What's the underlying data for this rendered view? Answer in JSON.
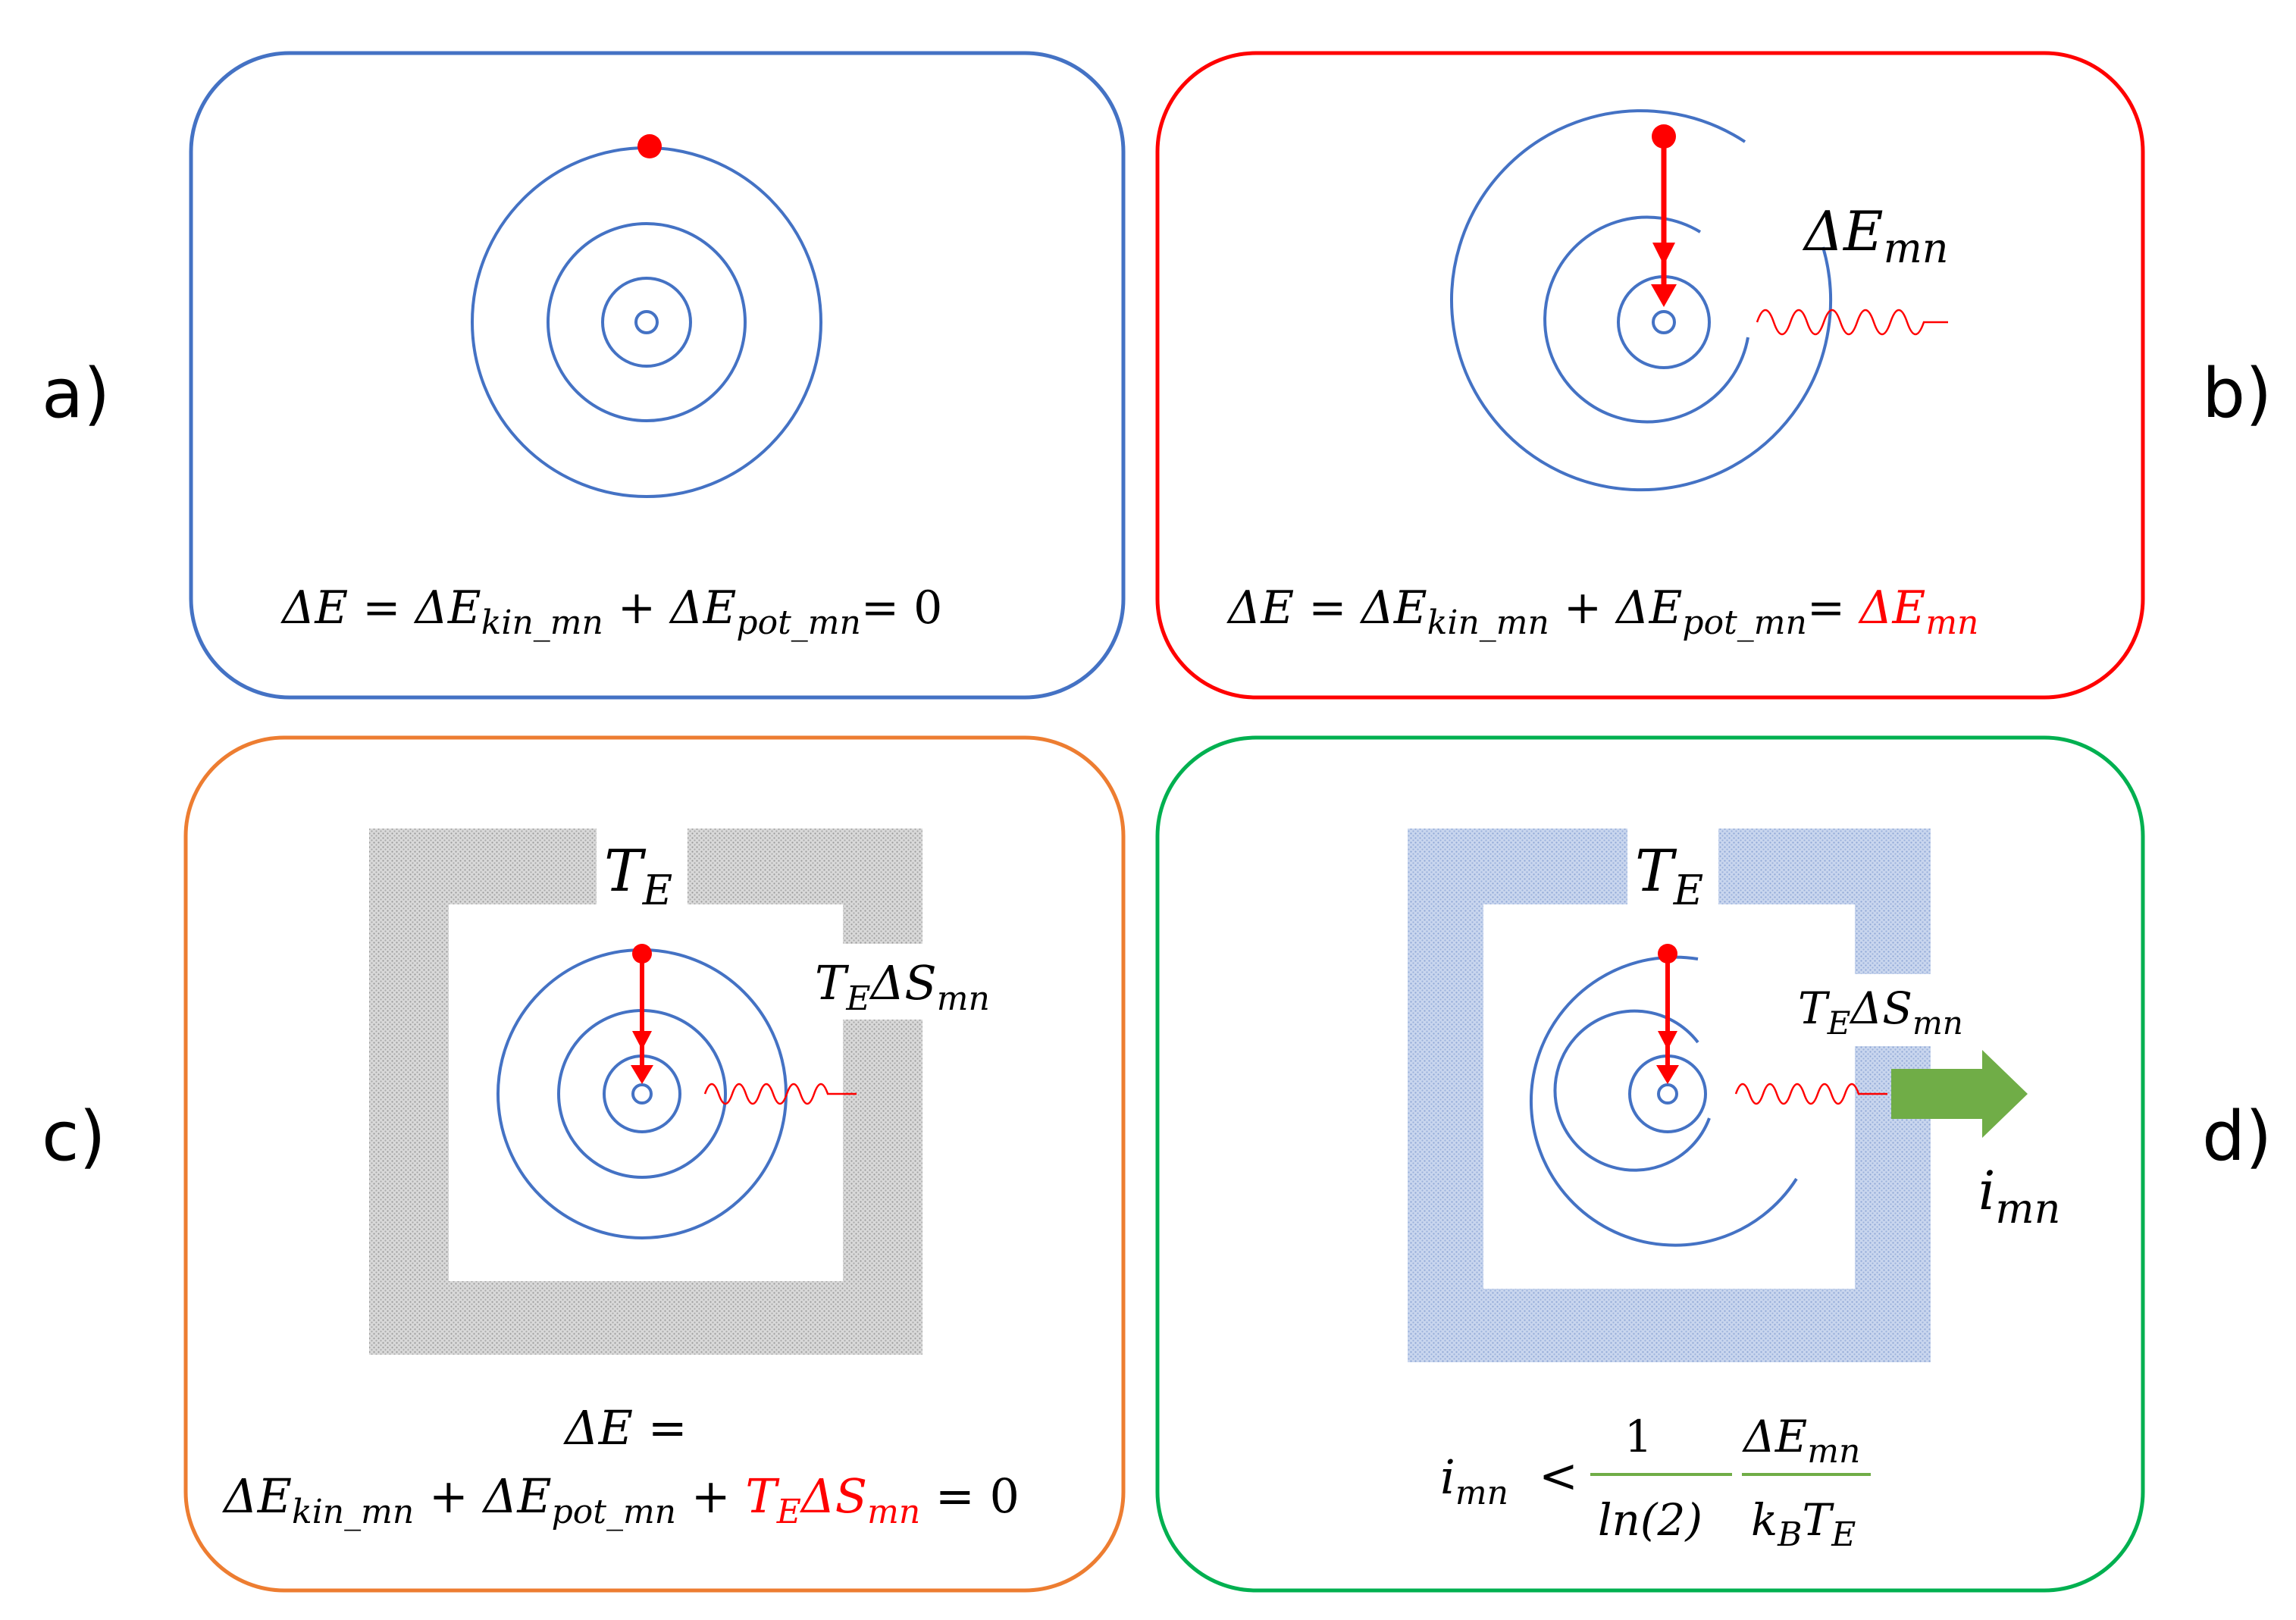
{
  "panel_labels": {
    "a": "a)",
    "b": "b)",
    "c": "c)",
    "d": "d)"
  },
  "panel_a": {
    "equation": {
      "lhs": "ΔE",
      "eq": " = ",
      "t1": "ΔE",
      "t1_sub": "kin_mn",
      "plus": " + ",
      "t2": "ΔE",
      "t2_sub": "pot_mn",
      "eq2": "= ",
      "rhs": "0"
    }
  },
  "panel_b": {
    "delta_label": "ΔE",
    "delta_sub": "mn",
    "equation": {
      "lhs": "ΔE",
      "eq": " = ",
      "t1": "ΔE",
      "t1_sub": "kin_mn",
      "plus": " + ",
      "t2": "ΔE",
      "t2_sub": "pot_mn",
      "eq2": "= ",
      "rhs": "ΔE",
      "rhs_sub": "mn"
    }
  },
  "panel_c": {
    "reservoir": "T",
    "reservoir_sub": "E",
    "entropy_t": "T",
    "entropy_t_sub": "E",
    "entropy_s": "ΔS",
    "entropy_s_sub": "mn",
    "equation": {
      "line1": "ΔE =",
      "t1": "ΔE",
      "t1_sub": "kin_mn",
      "plus1": " + ",
      "t2": "ΔE",
      "t2_sub": "pot_mn",
      "plus2": " + ",
      "t3": "T",
      "t3_sub": "E",
      "t4": "ΔS",
      "t4_sub": "mn",
      "eq": " = 0"
    }
  },
  "panel_d": {
    "reservoir": "T",
    "reservoir_sub": "E",
    "entropy_t": "T",
    "entropy_t_sub": "E",
    "entropy_s": "ΔS",
    "entropy_s_sub": "mn",
    "info": "i",
    "info_sub": "mn",
    "inequality": {
      "lhs": "i",
      "lhs_sub": "mn",
      "rel": "<",
      "frac1_num": "1",
      "frac1_den": "ln(2)",
      "frac2_num": "ΔE",
      "frac2_num_sub": "mn",
      "frac2_den_k": "k",
      "frac2_den_k_sub": "B",
      "frac2_den_t": "T",
      "frac2_den_t_sub": "E"
    }
  },
  "colors": {
    "panel_a": "#4472C4",
    "panel_b": "#FF0000",
    "panel_c": "#ED7D31",
    "panel_d": "#00B050",
    "orbit": "#4472C4",
    "electron": "#FF0000",
    "entropy_text_c": "#ED7D31",
    "info_green": "#70AD47",
    "reservoir_grey": "#C8C8C8",
    "reservoir_blue": "#B4C7E7"
  }
}
